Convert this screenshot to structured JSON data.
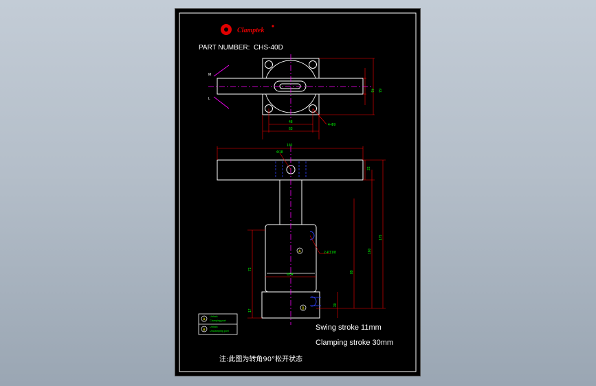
{
  "logo": {
    "brand": "Clamptek"
  },
  "title": {
    "part_label": "PART NUMBER:",
    "part_number": "CHS-40D"
  },
  "top_view": {
    "dims": {
      "height_inner": "46",
      "height_outer": "63",
      "width_inner": "48",
      "width_outer": "63",
      "holes": "4-Φ9"
    }
  },
  "front_view": {
    "dims": {
      "arm_length": "160",
      "pin": "Φ18",
      "arm_thick": "22",
      "h1": "160",
      "h2": "175",
      "h3": "89",
      "body_h": "72",
      "dia": "Φ54",
      "base_h": "30",
      "flange_h": "17"
    },
    "port_label": "2-PT1/8"
  },
  "legend": [
    {
      "code": "A",
      "line1": "Unlock",
      "line2": "Clamping port"
    },
    {
      "code": "B",
      "line1": "Unlock",
      "line2": "Unclamping port"
    }
  ],
  "notes": {
    "swing": "Swing stroke 11mm",
    "clamping": "Clamping stroke 30mm",
    "cn_note": "注:此图为转角90°松开状态"
  },
  "colors": {
    "sheet": "#000000",
    "line": "#ffffff",
    "dim": "#ff0000",
    "center": "#ff00ff",
    "hidden": "#0000ff",
    "dimtext": "#00ff00",
    "logo": "#e00000"
  }
}
